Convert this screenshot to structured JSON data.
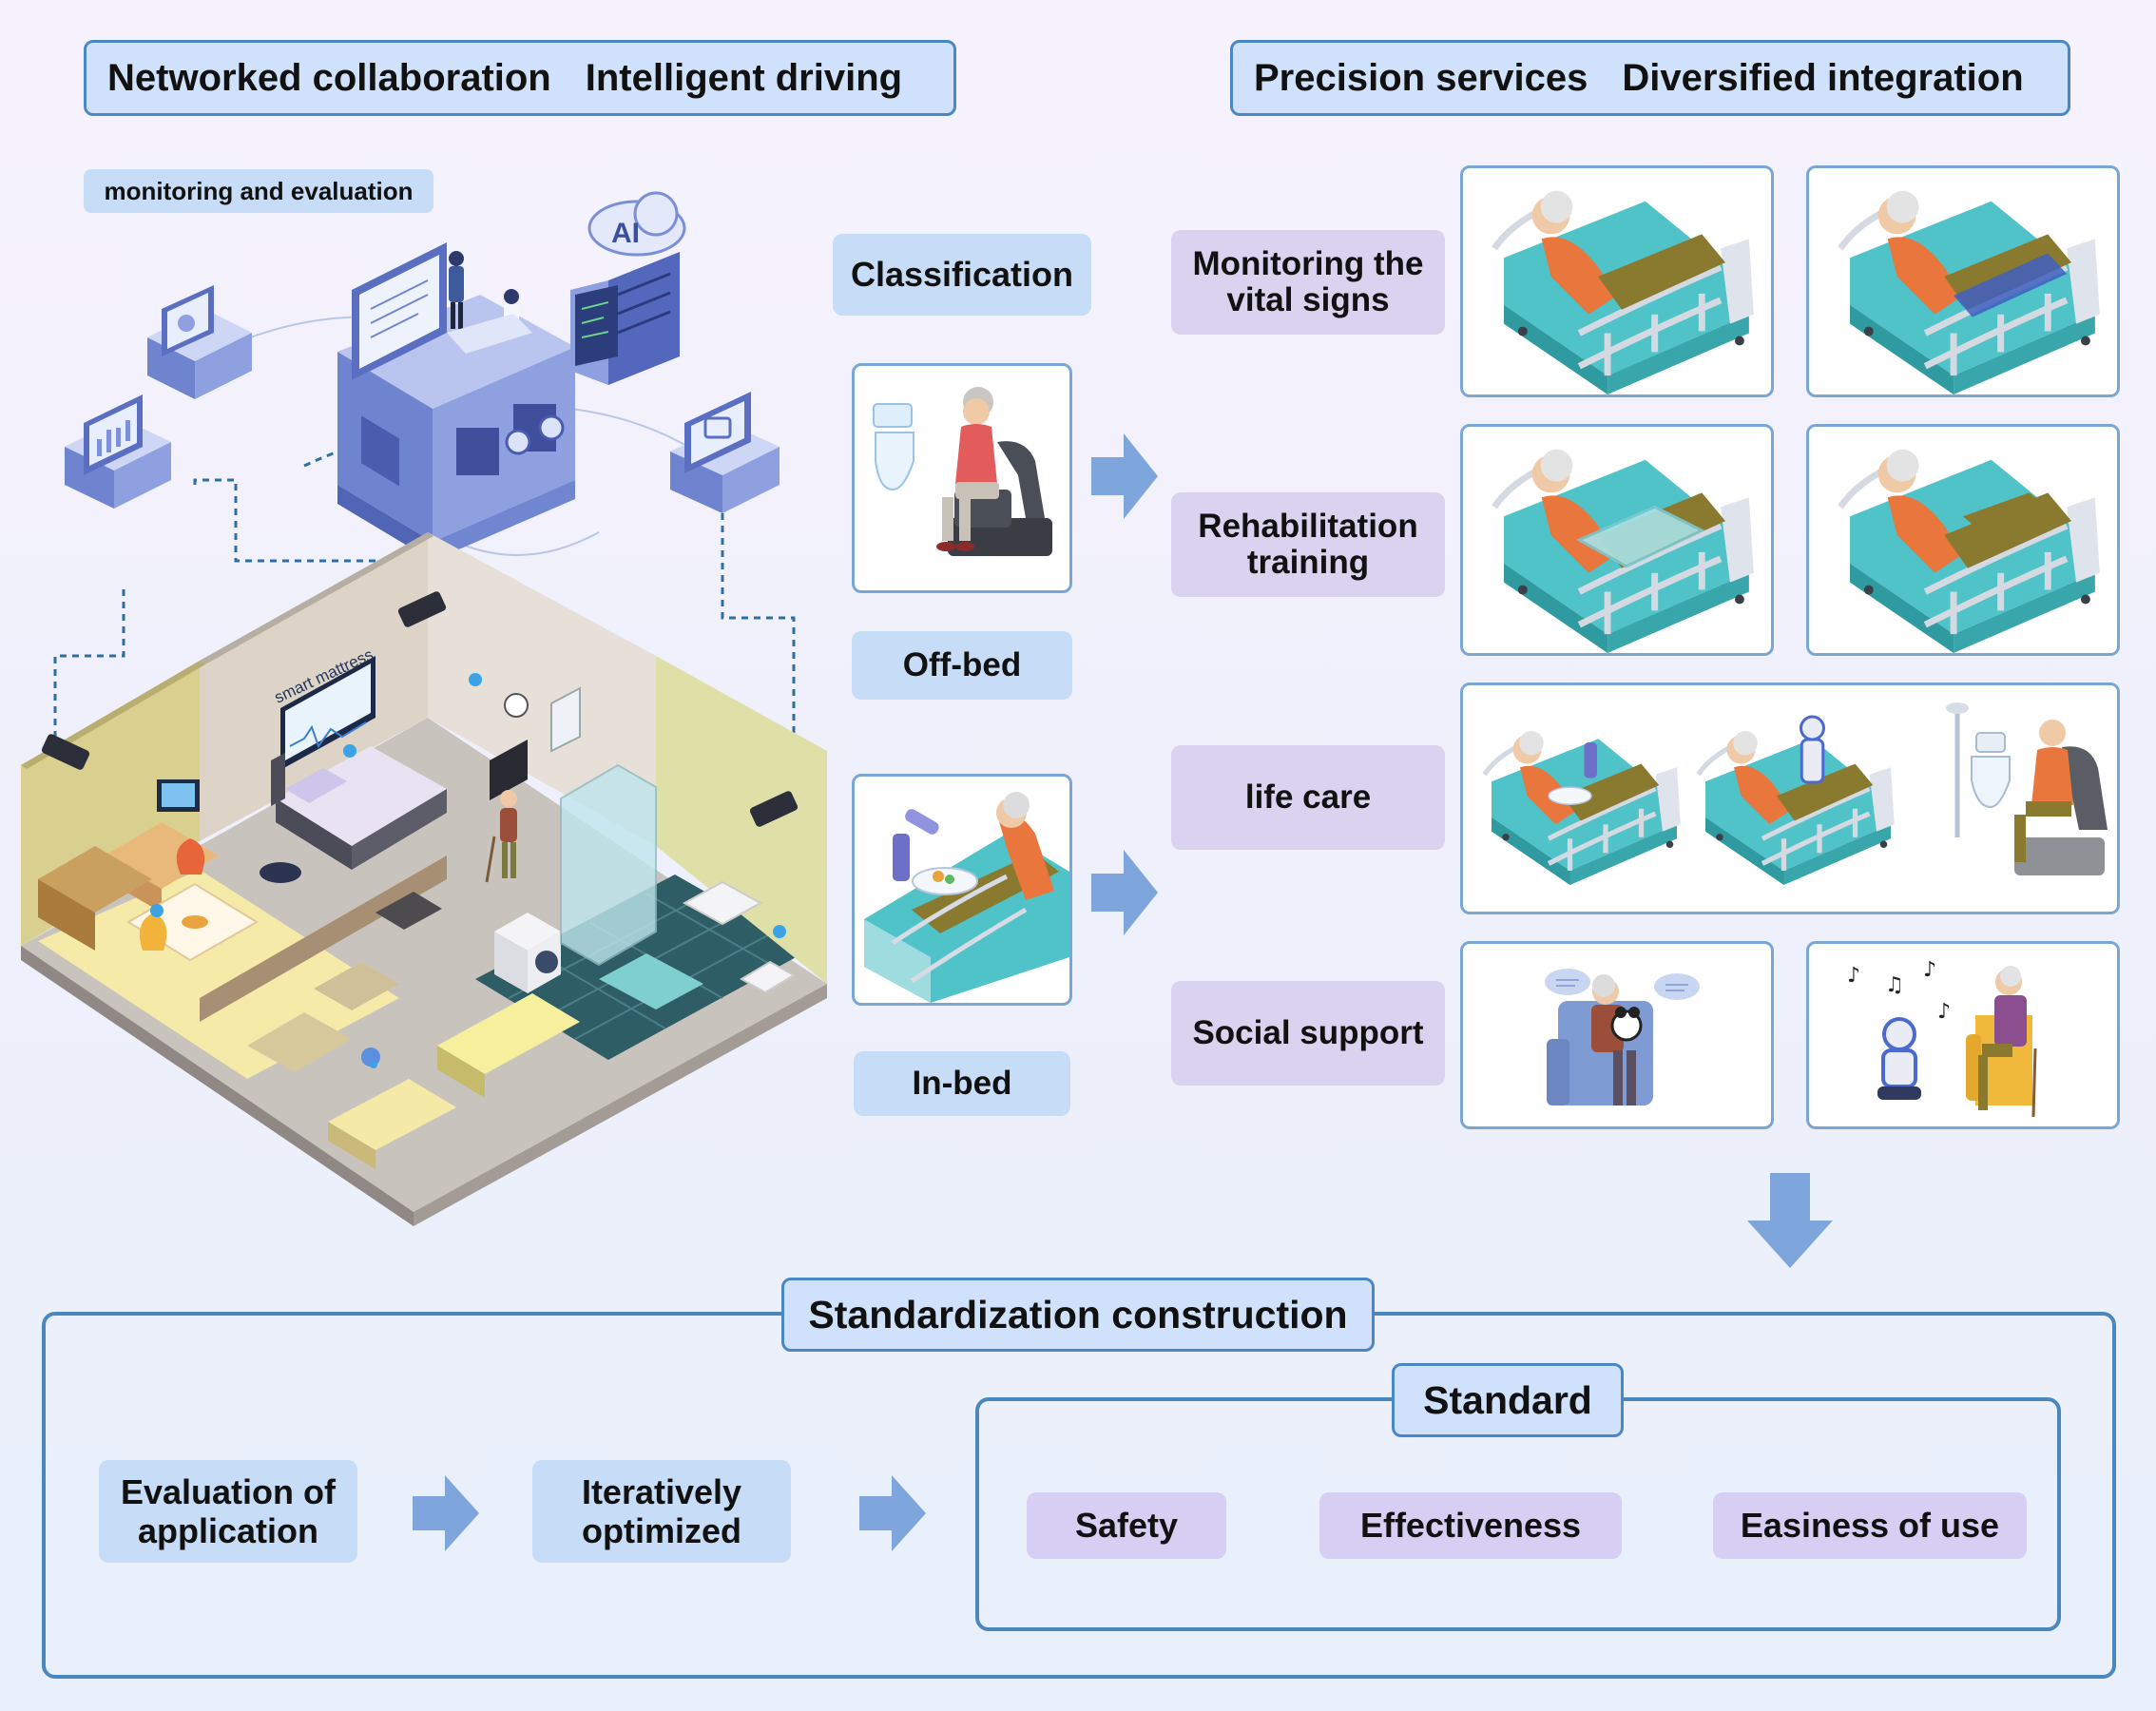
{
  "header_left": {
    "part1": "Networked collaboration",
    "part2": "Intelligent driving"
  },
  "header_right": {
    "part1": "Precision services",
    "part2": "Diversified integration"
  },
  "monitoring_tag": "monitoring and evaluation",
  "scene_labels": {
    "ai_badge": "AI",
    "mattress_label": "smart mattress"
  },
  "classification": {
    "title": "Classification",
    "off_bed": "Off-bed",
    "in_bed": "In-bed"
  },
  "services": [
    {
      "label": "Monitoring the vital signs"
    },
    {
      "label": "Rehabilitation training"
    },
    {
      "label": "life care"
    },
    {
      "label": "Social support"
    }
  ],
  "standardization": {
    "title": "Standardization construction",
    "step1": "Evaluation of application",
    "step2": "Iteratively optimized",
    "standard_title": "Standard",
    "criteria": [
      "Safety",
      "Effectiveness",
      "Easiness of use"
    ]
  },
  "colors": {
    "header_fill": "#cfe1fb",
    "header_border": "#4a87c5",
    "blue_label": "#c7dcf6",
    "lavender_label": "#d9d3f0",
    "arrow": "#7ea6dc",
    "bed_teal": "#4fc3c8",
    "patient_orange": "#e8763d"
  }
}
